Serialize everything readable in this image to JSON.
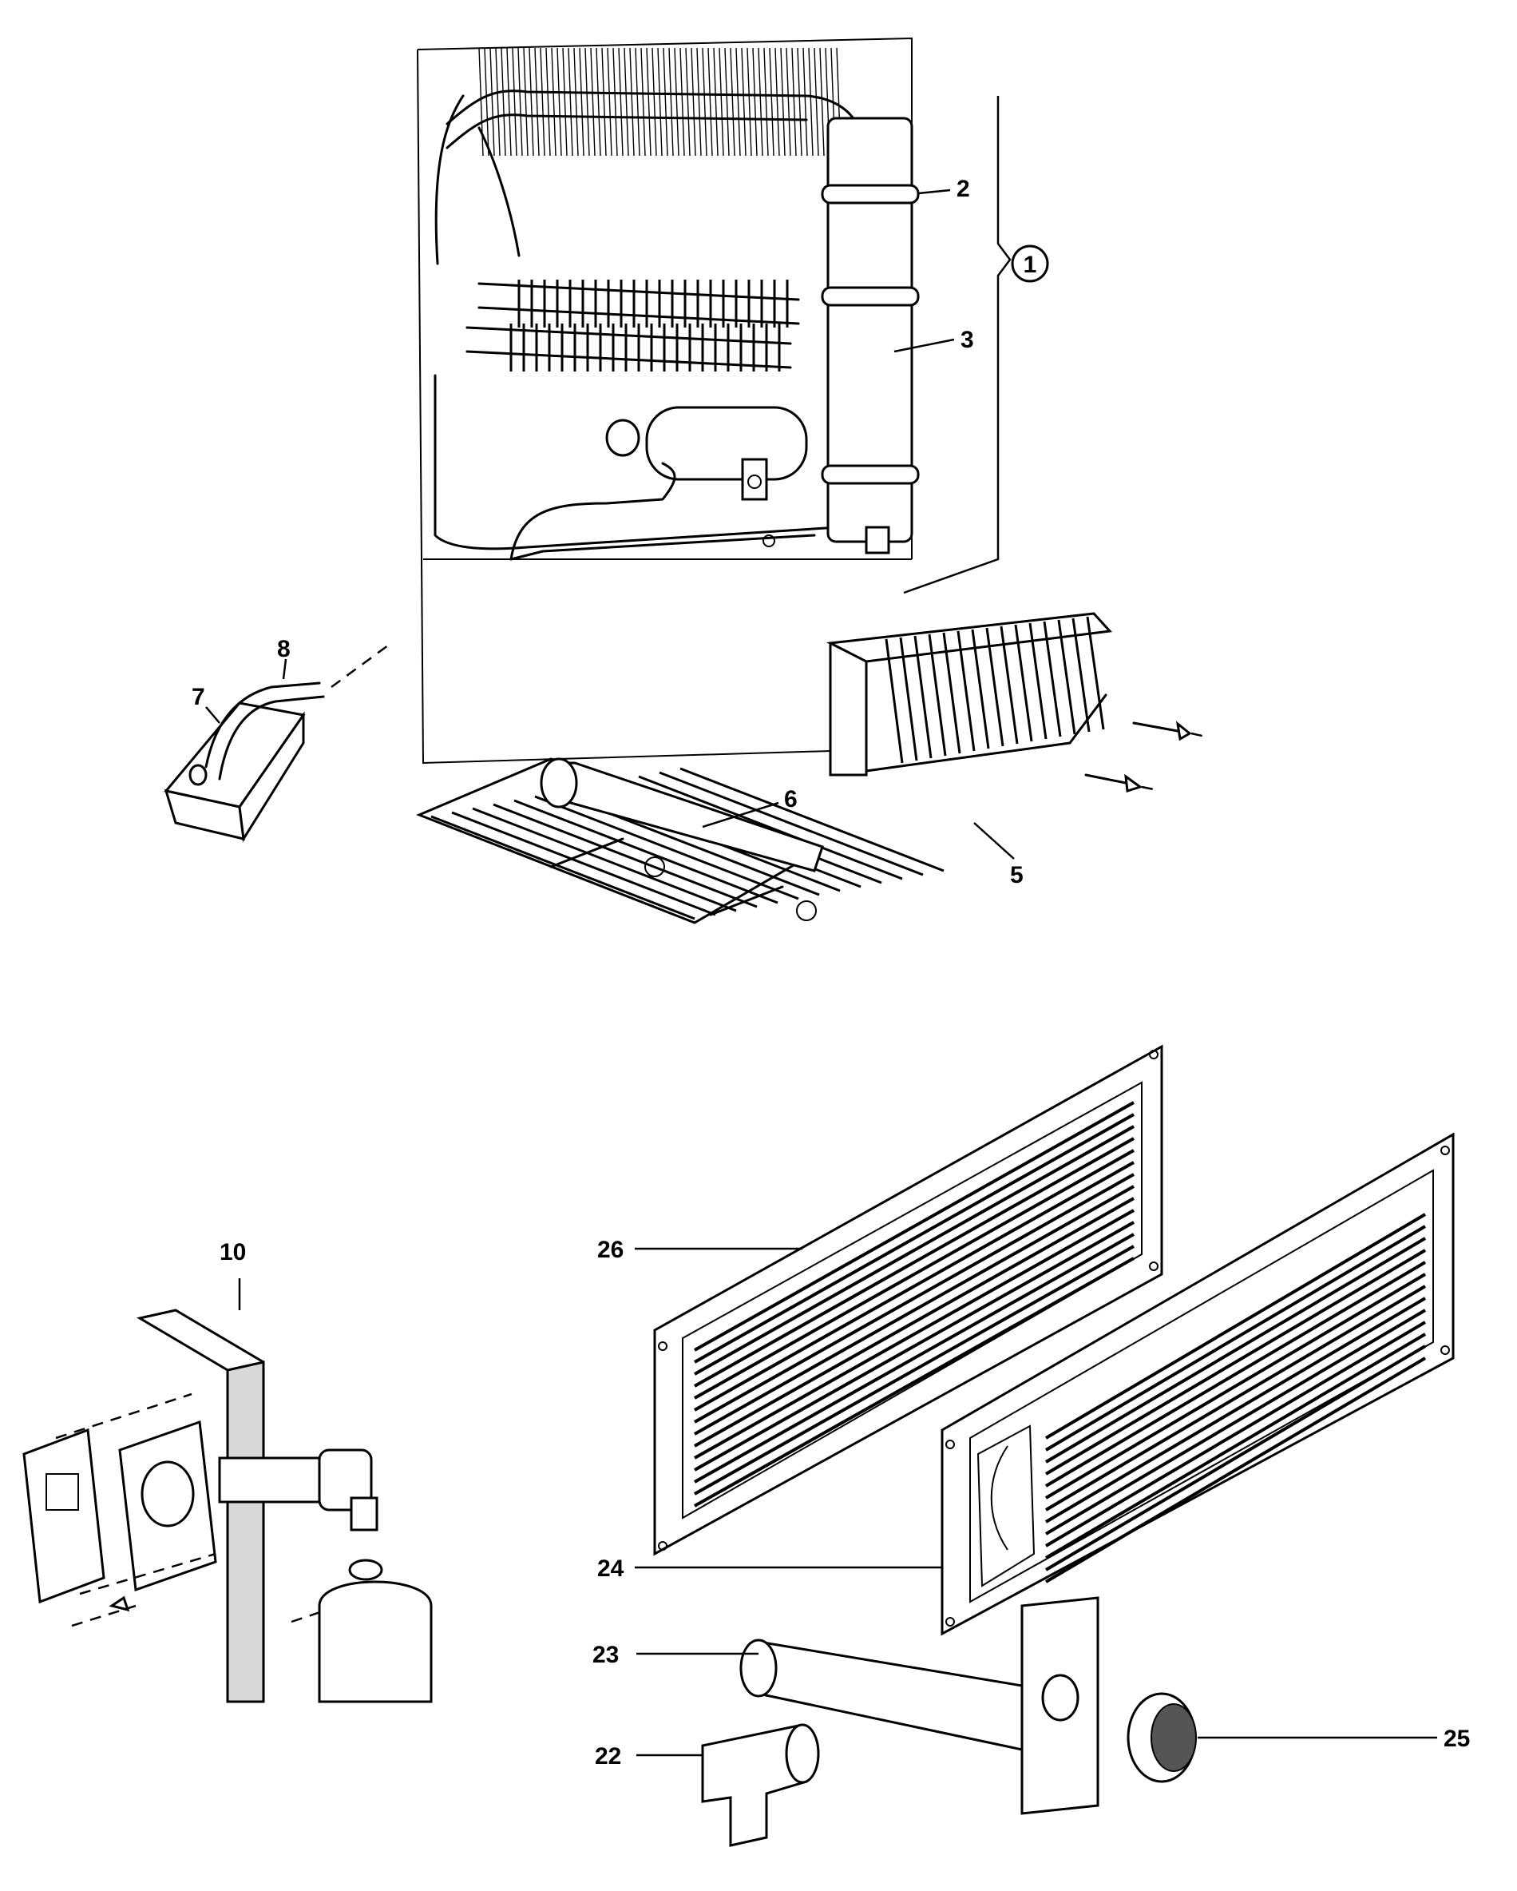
{
  "callouts": {
    "c1": "1",
    "c2": "2",
    "c3": "3",
    "c5": "5",
    "c6": "6",
    "c7": "7",
    "c8": "8",
    "c10": "10",
    "c22": "22",
    "c23": "23",
    "c24": "24",
    "c25": "25",
    "c26": "26"
  }
}
